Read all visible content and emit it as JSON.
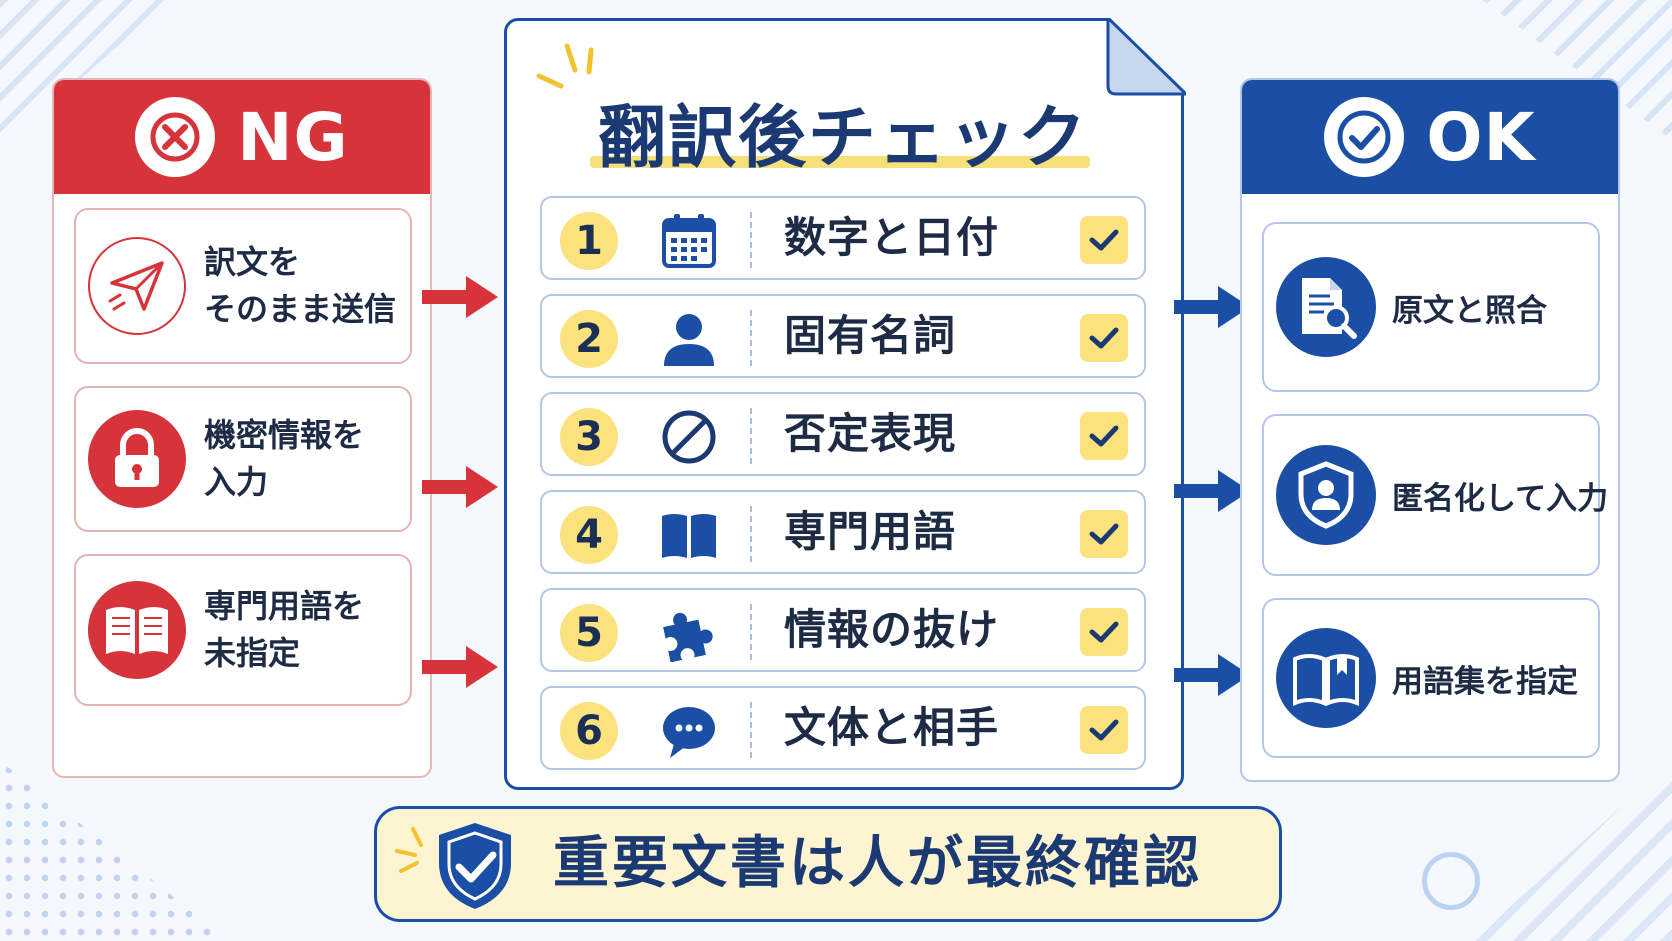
{
  "center": {
    "title": "翻訳後チェック",
    "items": [
      {
        "num": "1",
        "label": "数字と日付",
        "icon": "calendar-icon"
      },
      {
        "num": "2",
        "label": "固有名詞",
        "icon": "person-icon"
      },
      {
        "num": "3",
        "label": "否定表現",
        "icon": "prohibited-icon"
      },
      {
        "num": "4",
        "label": "専門用語",
        "icon": "book-icon"
      },
      {
        "num": "5",
        "label": "情報の抜け",
        "icon": "puzzle-icon"
      },
      {
        "num": "6",
        "label": "文体と相手",
        "icon": "speech-bubble-icon"
      }
    ]
  },
  "ng": {
    "title": "NG",
    "items": [
      {
        "line1": "訳文を",
        "line2": "そのまま送信",
        "icon": "paper-plane-icon"
      },
      {
        "line1": "機密情報を",
        "line2": "入力",
        "icon": "padlock-icon"
      },
      {
        "line1": "専門用語を",
        "line2": "未指定",
        "icon": "open-book-icon"
      }
    ]
  },
  "ok": {
    "title": "OK",
    "items": [
      {
        "label": "原文と照合",
        "icon": "document-search-icon"
      },
      {
        "label": "匿名化して入力",
        "icon": "shield-user-icon"
      },
      {
        "label": "用語集を指定",
        "icon": "bookmark-book-icon"
      }
    ]
  },
  "footer": {
    "text": "重要文書は人が最終確認",
    "icon": "shield-check-icon"
  },
  "colors": {
    "ng_red": "#d6333a",
    "ok_blue": "#1b4fa6",
    "highlight_yellow": "#fbe27c",
    "banner_bg": "#fdf4d2"
  }
}
